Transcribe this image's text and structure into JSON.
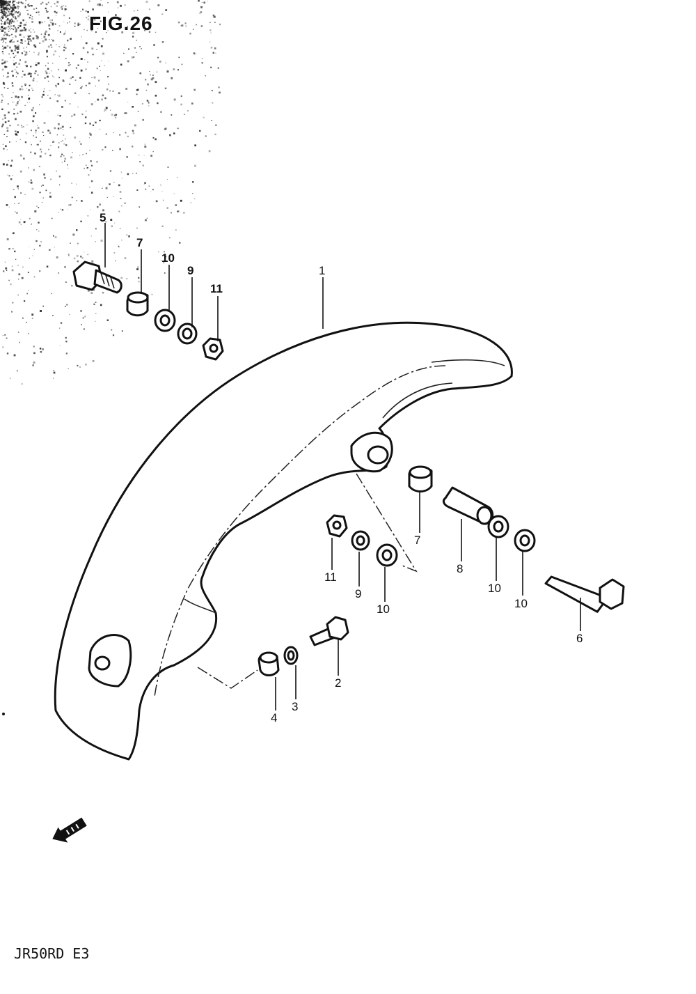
{
  "figure": {
    "title": "FIG.26",
    "model_code": "JR50RD E3"
  },
  "callouts": [
    {
      "id": "c5a",
      "label": "5"
    },
    {
      "id": "c7a",
      "label": "7"
    },
    {
      "id": "c10a",
      "label": "10"
    },
    {
      "id": "c9a",
      "label": "9"
    },
    {
      "id": "c11a",
      "label": "11"
    },
    {
      "id": "c1",
      "label": "1"
    },
    {
      "id": "c7b",
      "label": "7"
    },
    {
      "id": "c8",
      "label": "8"
    },
    {
      "id": "c10b",
      "label": "10"
    },
    {
      "id": "c10c",
      "label": "10"
    },
    {
      "id": "c6",
      "label": "6"
    },
    {
      "id": "c11b",
      "label": "11"
    },
    {
      "id": "c9b",
      "label": "9"
    },
    {
      "id": "c10d",
      "label": "10"
    },
    {
      "id": "c2",
      "label": "2"
    },
    {
      "id": "c4",
      "label": "4"
    },
    {
      "id": "c3",
      "label": "3"
    }
  ],
  "icons": {
    "corner_texture": "scanner-noise-texture",
    "arrow": "front-direction-arrow-icon"
  }
}
